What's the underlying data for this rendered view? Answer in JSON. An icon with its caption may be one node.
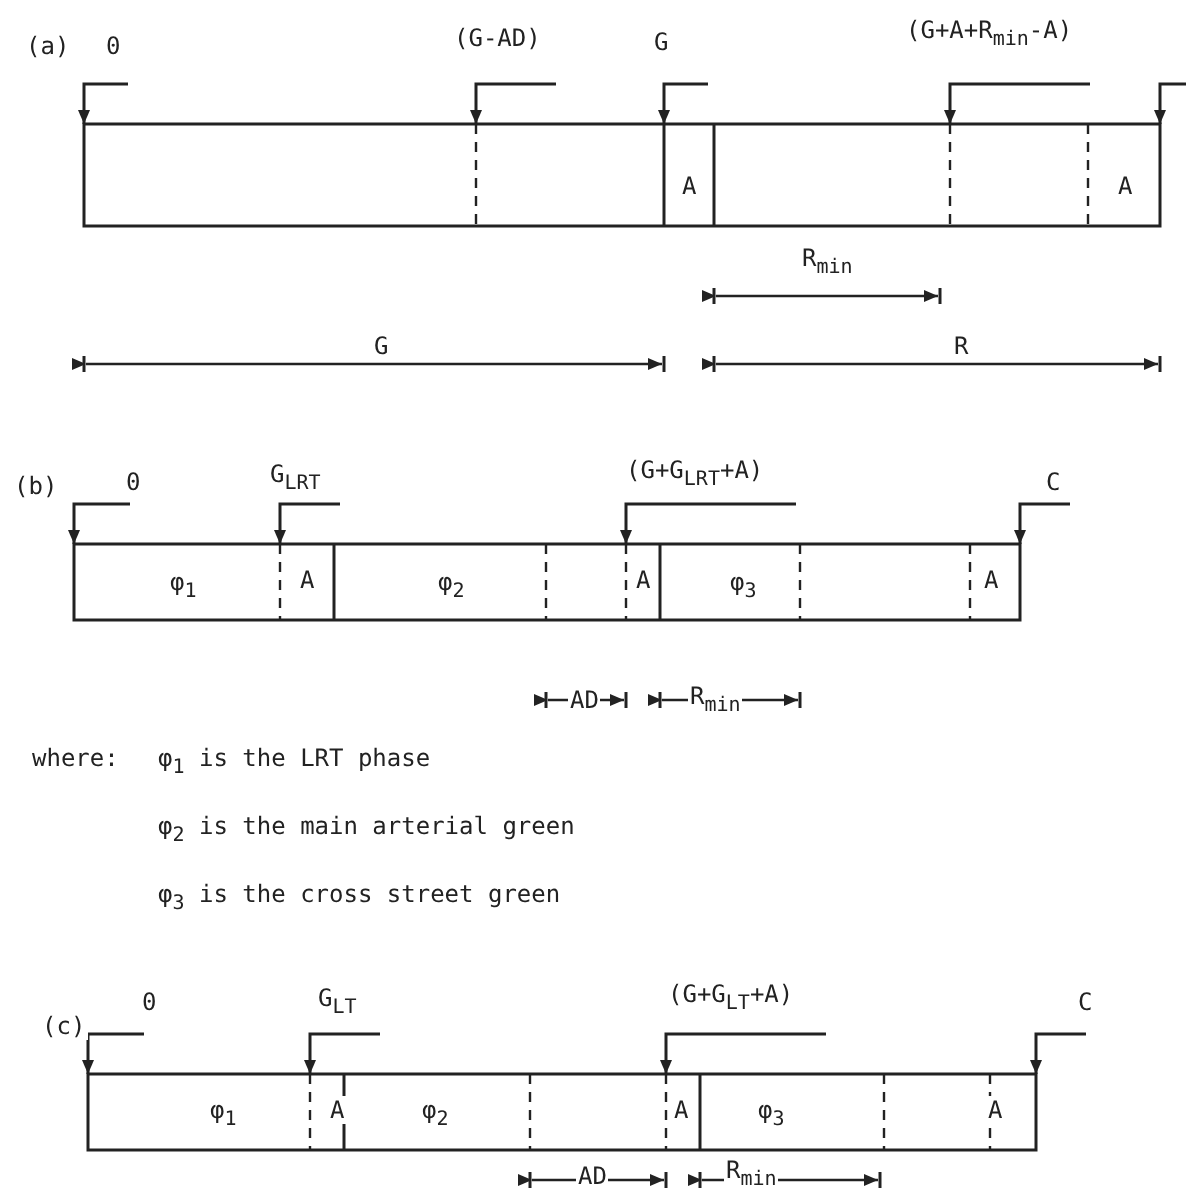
{
  "diagram": {
    "labels": [
      "(a)",
      "0",
      "(G-AD)",
      "G",
      "(G+A+R$_{min}$-A)",
      "A",
      "A",
      "R$_{min}$",
      "G",
      "R",
      "(b)",
      "0",
      "G$_{LRT}$",
      "(G+G$_{LRT}$+A)",
      "C",
      "φ$_{1}$",
      "A",
      "φ$_{2}$",
      "A",
      "φ$_{3}$",
      "A",
      "AD",
      "R$_{min}$",
      "where:",
      "φ$_{1}$ is the LRT phase",
      "φ$_{2}$ is the main arterial green",
      "φ$_{3}$ is the cross street green",
      "(c)",
      "0",
      "G$_{LT}$",
      "(G+G$_{LT}$+A)",
      "C",
      "φ$_{1}$",
      "A",
      "φ$_{2}$",
      "A",
      "φ$_{3}$",
      "A",
      "AD",
      "R$_{min}$"
    ]
  }
}
